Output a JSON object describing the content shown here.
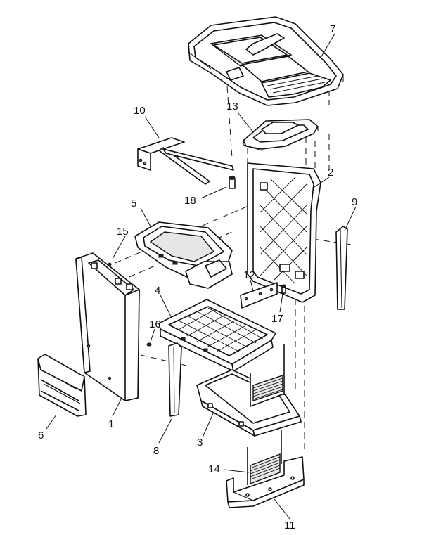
{
  "figure": {
    "callouts": [
      {
        "id": "c1",
        "label": "1"
      },
      {
        "id": "c2",
        "label": "2"
      },
      {
        "id": "c3",
        "label": "3"
      },
      {
        "id": "c4",
        "label": "4"
      },
      {
        "id": "c5",
        "label": "5"
      },
      {
        "id": "c6",
        "label": "6"
      },
      {
        "id": "c7",
        "label": "7"
      },
      {
        "id": "c8",
        "label": "8"
      },
      {
        "id": "c9",
        "label": "9"
      },
      {
        "id": "c10",
        "label": "10"
      },
      {
        "id": "c11",
        "label": "11"
      },
      {
        "id": "c12",
        "label": "12"
      },
      {
        "id": "c13",
        "label": "13"
      },
      {
        "id": "c14",
        "label": "14"
      },
      {
        "id": "c15",
        "label": "15"
      },
      {
        "id": "c16",
        "label": "16"
      },
      {
        "id": "c17",
        "label": "17"
      },
      {
        "id": "c18",
        "label": "18"
      }
    ]
  }
}
